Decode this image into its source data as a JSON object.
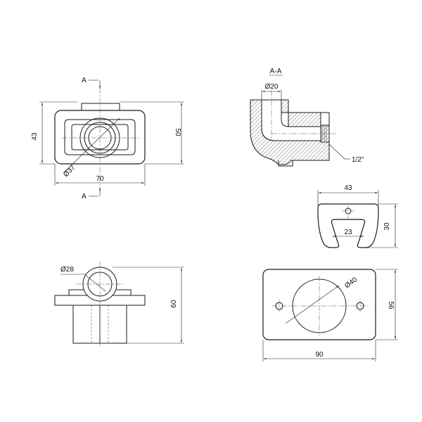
{
  "views": {
    "front": {
      "section_marker_top": "A",
      "section_marker_bottom": "A",
      "dim_height_inner": "43",
      "dim_height_outer": "50",
      "dim_width": "70",
      "dim_diameter": "Ø37"
    },
    "section": {
      "title": "A-A",
      "dim_diameter": "Ø20",
      "thread": "1/2\""
    },
    "bracket": {
      "dim_width": "43",
      "dim_inner": "23",
      "dim_height": "30"
    },
    "side": {
      "dim_diameter": "Ø28",
      "dim_height": "60"
    },
    "plate": {
      "dim_diameter": "Ø40",
      "dim_height": "56",
      "dim_width": "90"
    }
  }
}
